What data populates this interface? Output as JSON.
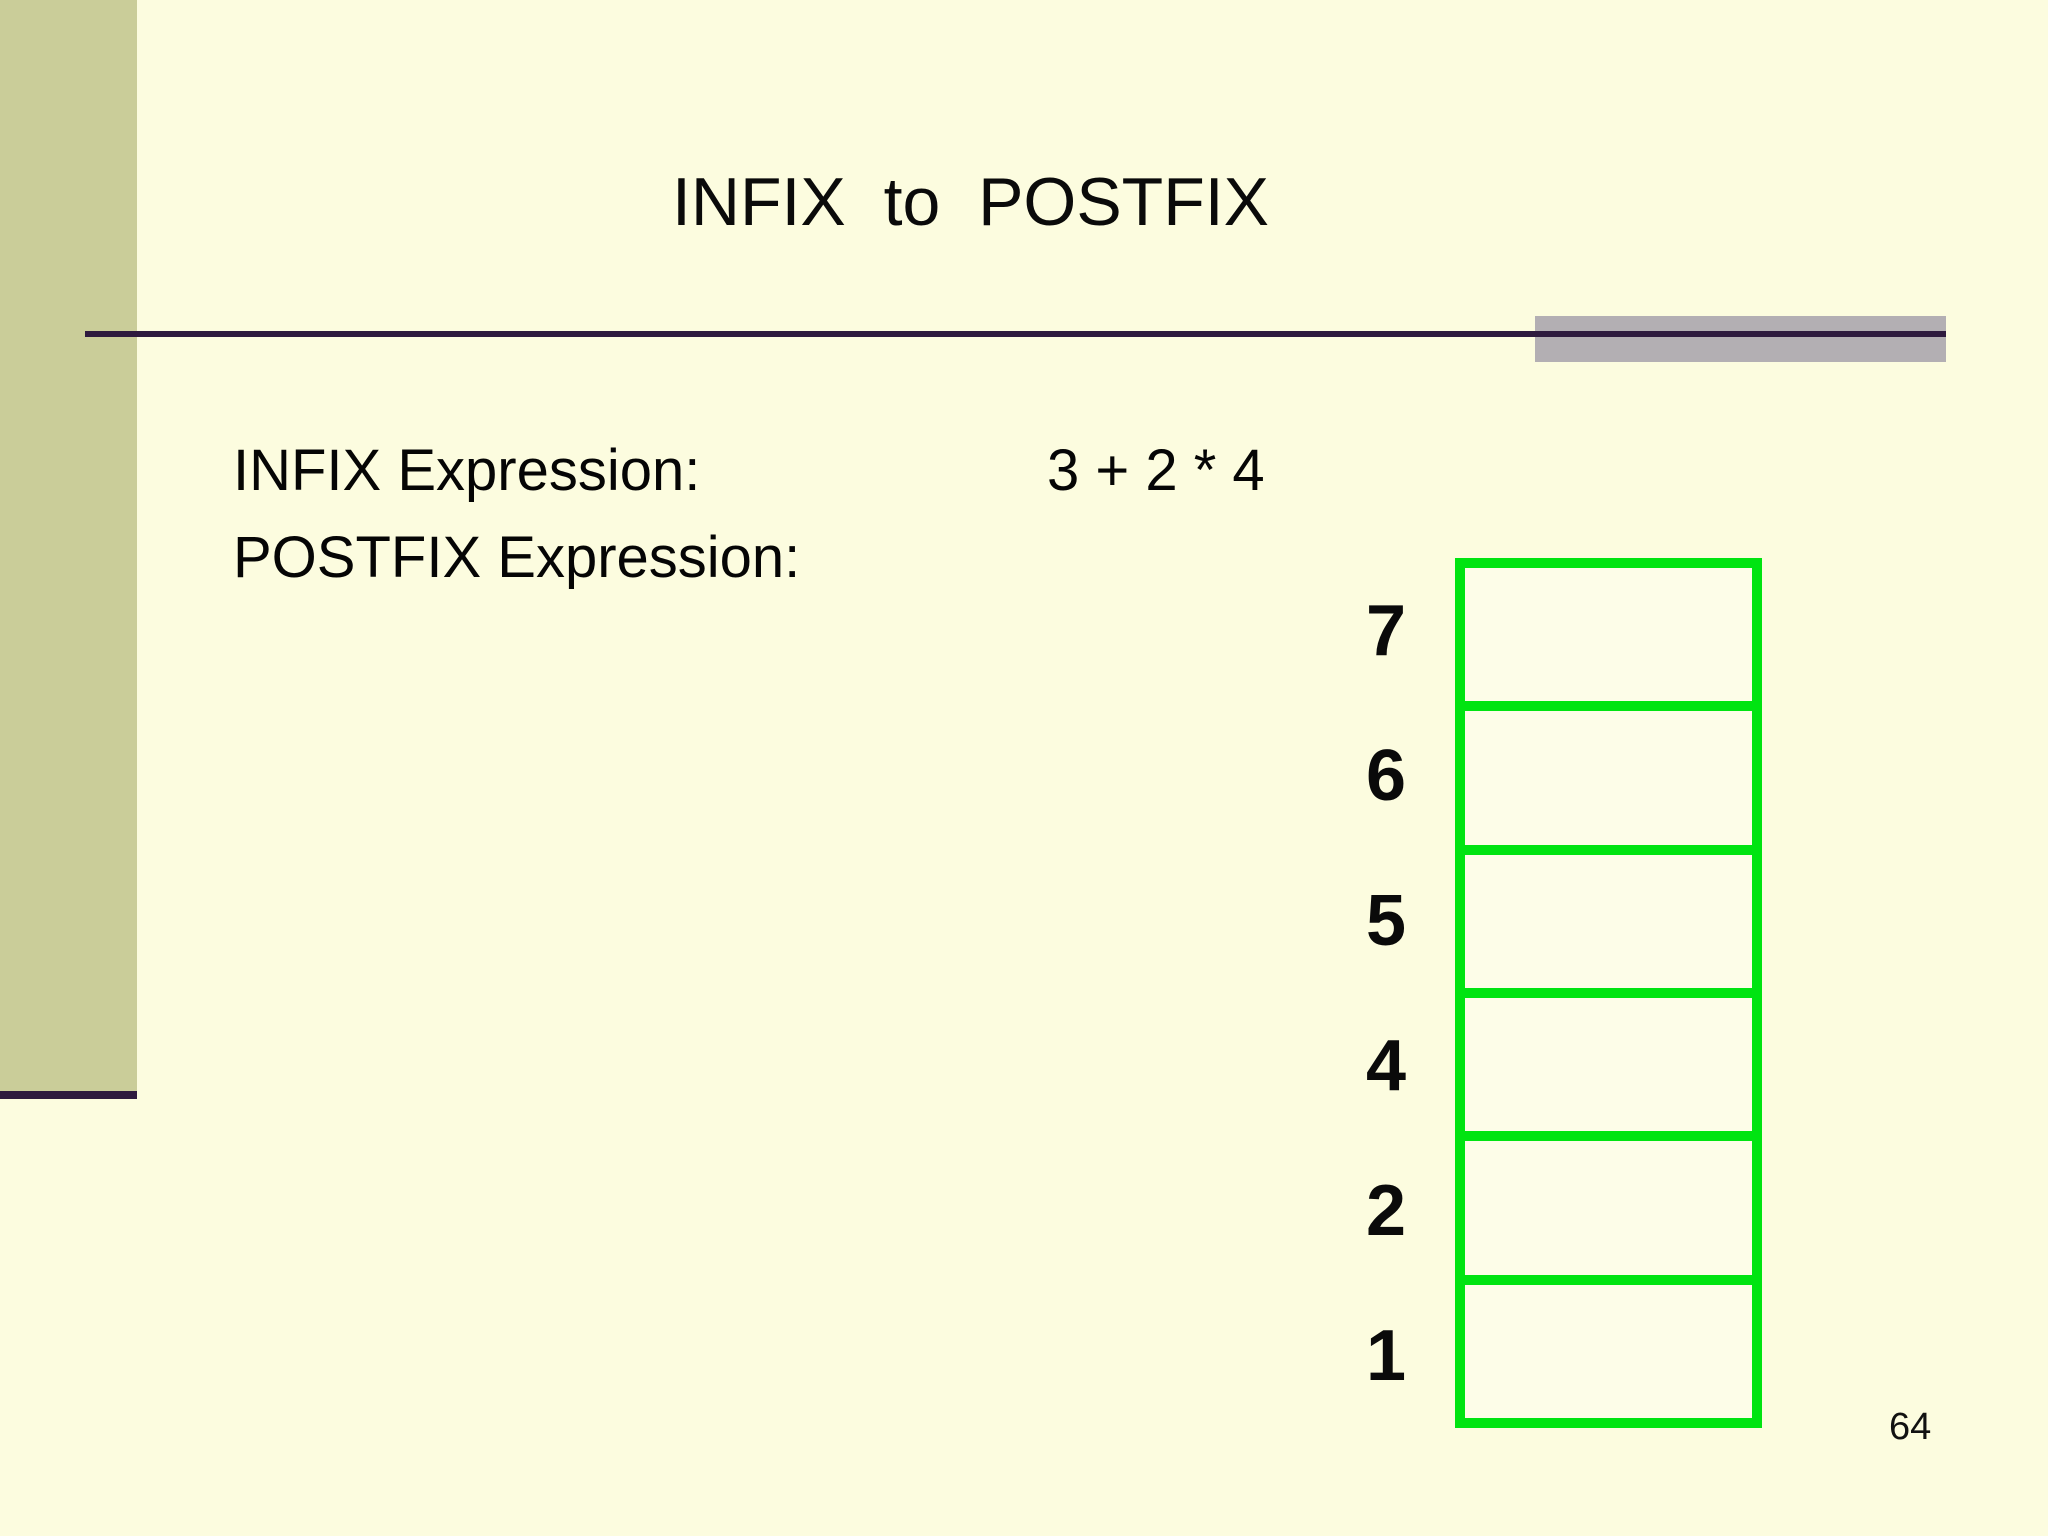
{
  "slide": {
    "title": "INFIX  to  POSTFIX",
    "page_number": "64"
  },
  "expressions": {
    "infix_label": "INFIX Expression:",
    "infix_value": "3 + 2 * 4",
    "postfix_label": "POSTFIX Expression:",
    "postfix_value": ""
  },
  "stack_diagram": {
    "cell_count": 6,
    "labels": [
      "7",
      "6",
      "5",
      "4",
      "2",
      "1"
    ],
    "cells": [
      "",
      "",
      "",
      "",
      "",
      ""
    ]
  },
  "colors": {
    "background": "#fcfcdf",
    "sidebar": "#cacd99",
    "divider_purple": "#2e1a3e",
    "gray_accent": "#b3afb3",
    "stack_border_green": "#00e411"
  }
}
